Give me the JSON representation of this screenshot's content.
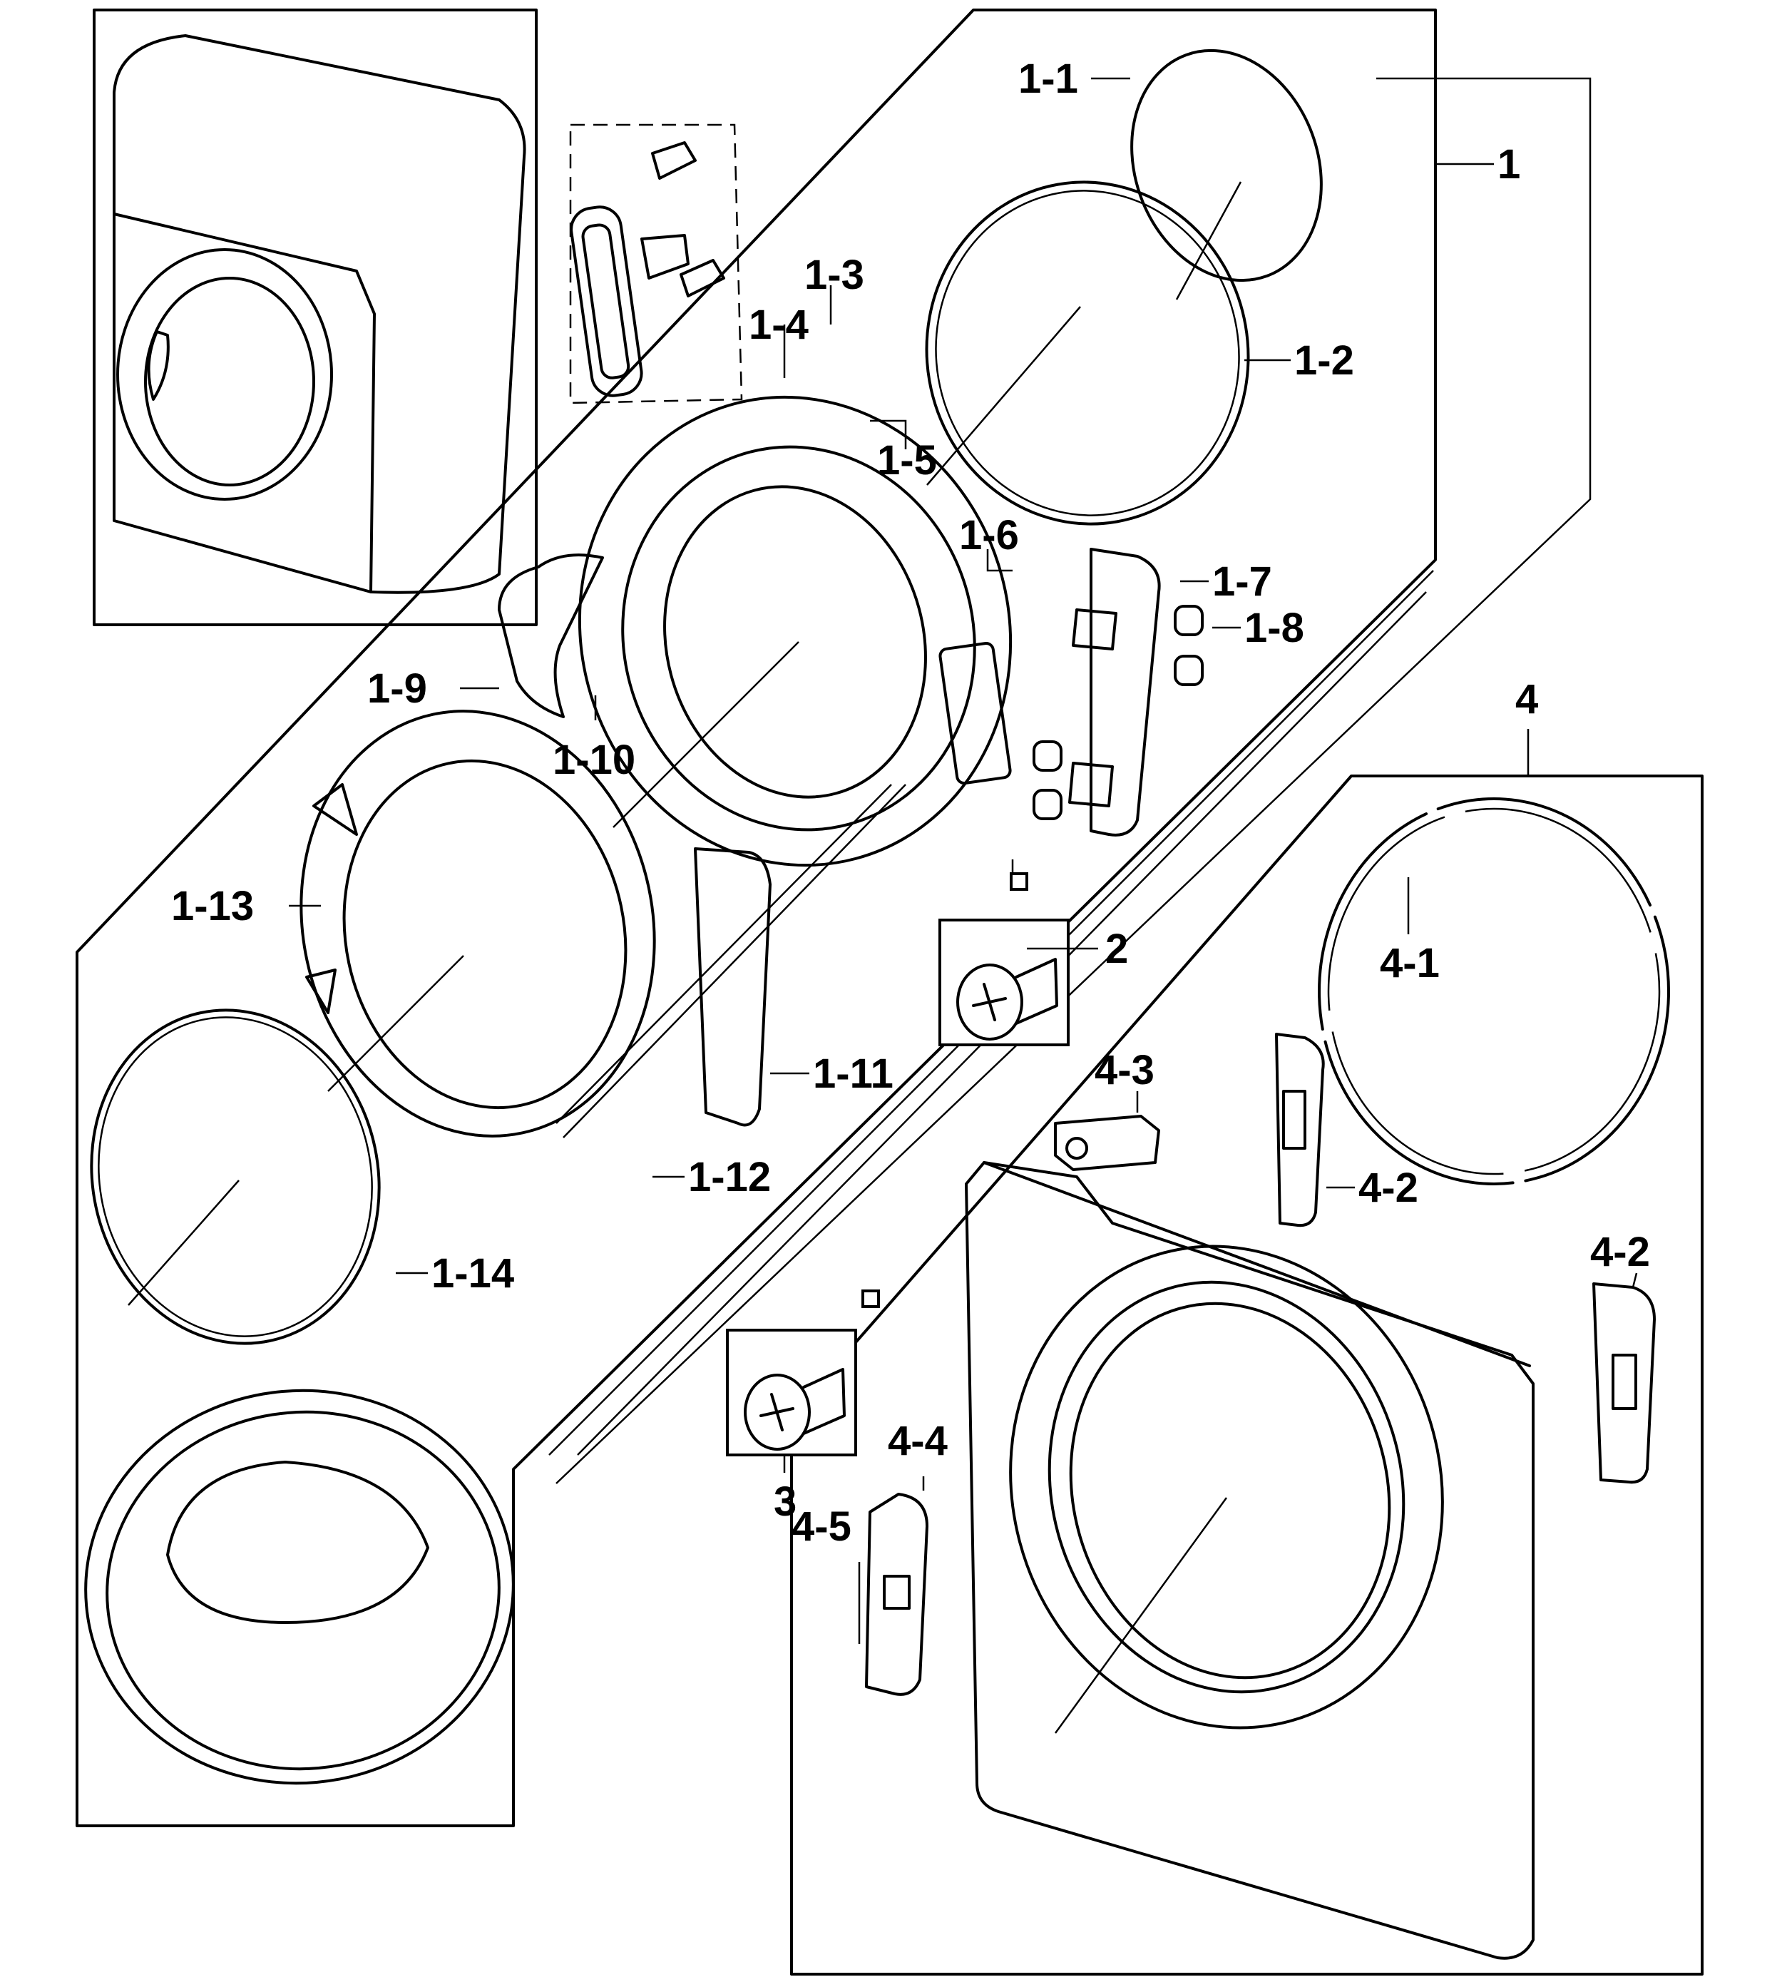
{
  "diagram": {
    "callouts": {
      "c1_1": "1-1",
      "c1": "1",
      "c1_2": "1-2",
      "c1_3": "1-3",
      "c1_4": "1-4",
      "c1_5": "1-5",
      "c1_6": "1-6",
      "c1_7": "1-7",
      "c1_8": "1-8",
      "c1_9": "1-9",
      "c1_10": "1-10",
      "c1_11": "1-11",
      "c1_12": "1-12",
      "c1_13": "1-13",
      "c1_14": "1-14",
      "c2": "2",
      "c3": "3",
      "c4": "4",
      "c4_1": "4-1",
      "c4_2a": "4-2",
      "c4_2b": "4-2",
      "c4_3": "4-3",
      "c4_4": "4-4",
      "c4_5": "4-5"
    }
  }
}
